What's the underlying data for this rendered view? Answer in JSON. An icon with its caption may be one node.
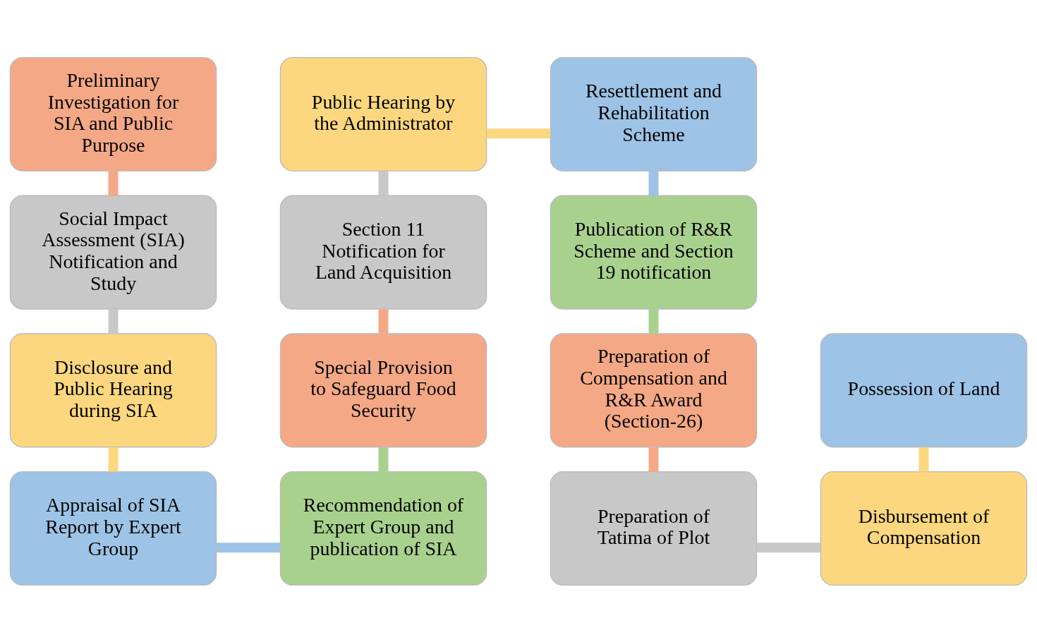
{
  "diagram": {
    "nodes": [
      {
        "text": [
          "Preliminary Investigation for SIA and Public Purpose"
        ]
      },
      {
        "text": [
          "Social Impact Assessment (SIA) Notification and Study"
        ]
      },
      {
        "text": [
          "Disclosure and Public Hearing during SIA"
        ]
      },
      {
        "text": [
          "Appraisal of SIA Report by Expert Group"
        ]
      },
      {
        "text": [
          "Recommendation of Expert Group and publication of SIA"
        ]
      },
      {
        "text": [
          "Special Provision to Safeguard Food Security"
        ]
      },
      {
        "text": [
          "Section 11 Notification for Land Acquisition"
        ]
      },
      {
        "text": [
          "Public Hearing by the Administrator"
        ]
      },
      {
        "text": [
          "Resettlement and Rehabilitation Scheme"
        ]
      },
      {
        "text": [
          "Publication of R&R Scheme and Section 19 notification"
        ]
      },
      {
        "text": [
          "Preparation of Compensation and R&R Award (Section-26)"
        ]
      },
      {
        "text": [
          "Preparation of Tatima of Plot"
        ]
      },
      {
        "text": [
          "Disbursement of Compensation"
        ]
      },
      {
        "text": [
          "Possession of Land"
        ]
      }
    ],
    "edges": [
      {
        "from": 0,
        "to": 1,
        "arrow": "none",
        "color": "#f4a886"
      },
      {
        "from": 1,
        "to": 2,
        "arrow": "none",
        "color": "#c8c8c8"
      },
      {
        "from": 2,
        "to": 3,
        "arrow": "none",
        "color": "#fdd77f"
      },
      {
        "from": 3,
        "to": 4,
        "arrow": "none",
        "color": "#9dc3e6"
      },
      {
        "from": 4,
        "to": 5,
        "arrow": "none",
        "color": "#a9d18e"
      },
      {
        "from": 5,
        "to": 6,
        "arrow": "none",
        "color": "#f4a886"
      },
      {
        "from": 6,
        "to": 7,
        "arrow": "none",
        "color": "#c8c8c8"
      },
      {
        "from": 7,
        "to": 8,
        "arrow": "none",
        "color": "#fdd77f"
      },
      {
        "from": 8,
        "to": 9,
        "arrow": "none",
        "color": "#9dc3e6"
      },
      {
        "from": 9,
        "to": 10,
        "arrow": "none",
        "color": "#a9d18e"
      },
      {
        "from": 10,
        "to": 11,
        "arrow": "none",
        "color": "#f4a886"
      },
      {
        "from": 11,
        "to": 12,
        "arrow": "none",
        "color": "#c8c8c8"
      },
      {
        "from": 12,
        "to": 13,
        "arrow": "none",
        "color": "#fdd77f"
      }
    ]
  }
}
